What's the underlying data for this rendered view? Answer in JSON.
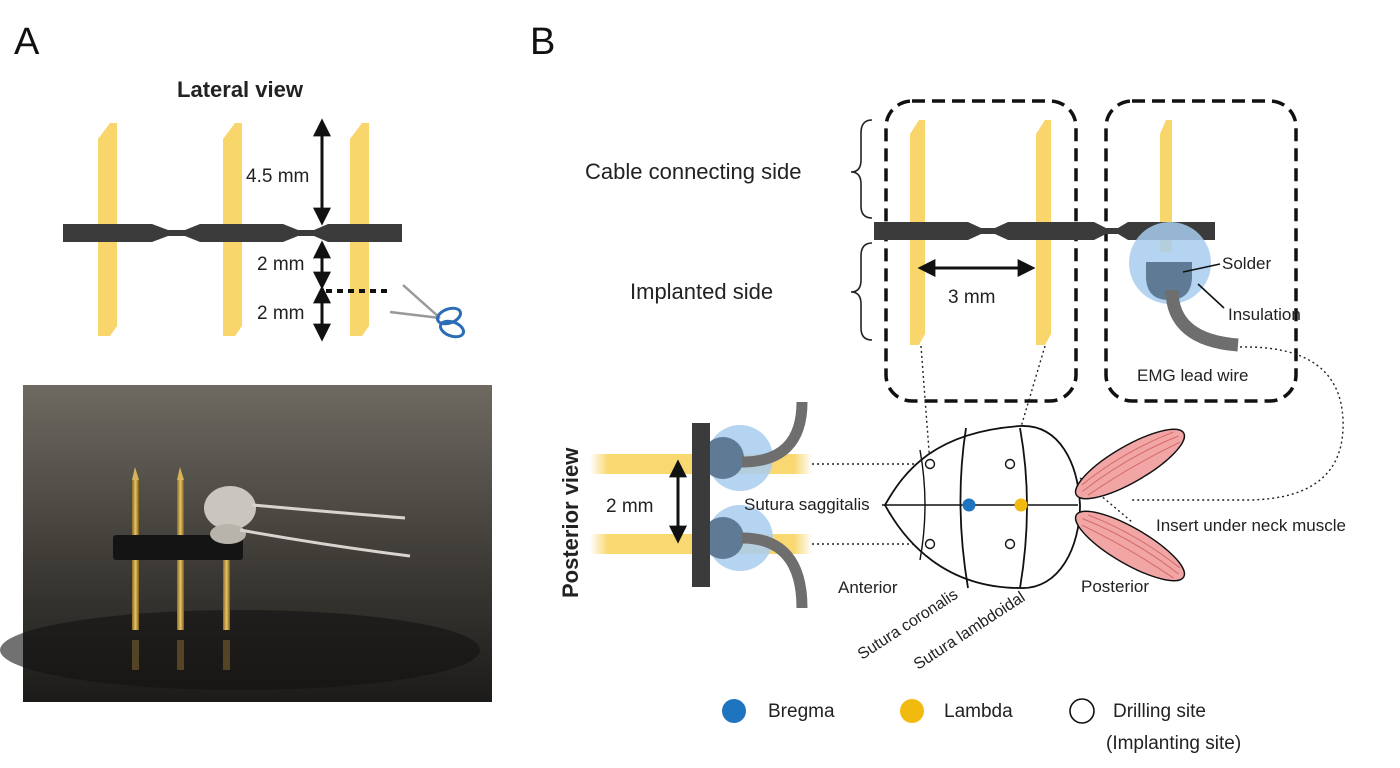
{
  "panels": {
    "a": {
      "letter": "A",
      "title": "Lateral view",
      "dims": [
        "4.5 mm",
        "2 mm",
        "2 mm"
      ]
    },
    "b": {
      "letter": "B",
      "cable_side": "Cable connecting side",
      "implanted_side": "Implanted side",
      "spacing": "3 mm",
      "solder": "Solder",
      "insulation": "Insulation",
      "emg_lead": "EMG lead wire",
      "posterior_view": "Posterior view",
      "posterior_spacing": "2 mm",
      "sutura_saggitalis": "Sutura saggitalis",
      "sutura_coronalis": "Sutura coronalis",
      "sutura_lambdoidal": "Sutura lambdoidal",
      "anterior": "Anterior",
      "posterior": "Posterior",
      "insert_note": "Insert under neck muscle"
    }
  },
  "legend": {
    "bregma": "Bregma",
    "lambda": "Lambda",
    "drilling": "Drilling site",
    "drilling_sub": "(Implanting site)"
  },
  "colors": {
    "pin_gold": "#F9D66B",
    "header_dark": "#3b3b3b",
    "bregma_blue": "#1f74c0",
    "lambda_yellow": "#f2b90f",
    "solder_blue": "#a8cdf0",
    "muscle_red": "#f2a5a5",
    "wire_gray": "#6e6e6e"
  },
  "icons": [
    "scissors-icon"
  ]
}
